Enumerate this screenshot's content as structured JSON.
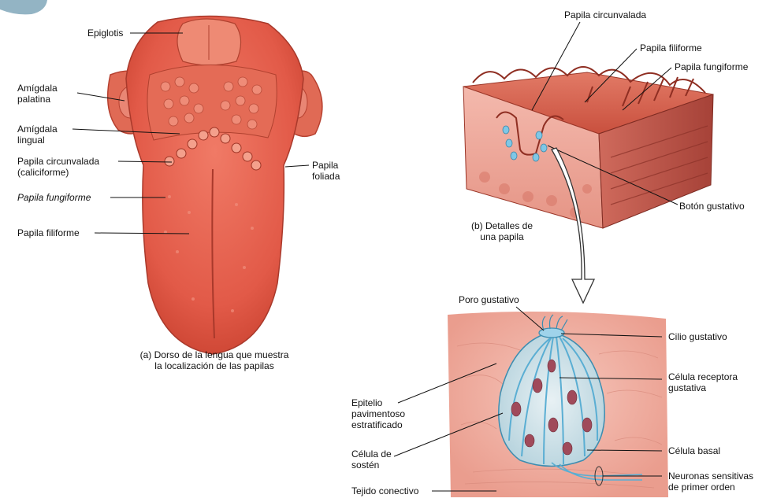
{
  "panel_a": {
    "caption": "(a) Dorso de la lengua que muestra\nla localización de las papilas",
    "labels": {
      "epiglotis": "Epiglotis",
      "amigdala_palatina": "Amígdala\npalatina",
      "amigdala_lingual": "Amígdala\nlingual",
      "papila_circunvalada": "Papila circunvalada\n(caliciforme)",
      "papila_fungiforme": "Papila fungiforme",
      "papila_filiforme": "Papila filiforme",
      "papila_foliada": "Papila\nfoliada"
    }
  },
  "panel_b": {
    "caption": "(b) Detalles de\nuna papila",
    "labels": {
      "papila_circunvalada": "Papila circunvalada",
      "papila_filiforme": "Papila filiforme",
      "papila_fungiforme": "Papila fungiforme",
      "boton_gustativo": "Botón gustativo"
    }
  },
  "panel_c": {
    "labels": {
      "poro_gustativo": "Poro gustativo",
      "cilio_gustativo": "Cilio gustativo",
      "celula_receptora": "Célula receptora\ngustativa",
      "epitelio": "Epitelio\npavimentoso\nestratificado",
      "celula_sosten": "Célula de\nsostén",
      "celula_basal": "Célula basal",
      "tejido_conectivo": "Tejido conectivo",
      "neuronas": "Neuronas sensitivas\nde primer orden"
    }
  },
  "colors": {
    "tongue": "#e9604f",
    "tongue_dark": "#c8412f",
    "pink_tissue": "#f2b7aa",
    "bud_blue": "#7fc7e6",
    "nucleus": "#a04a5a",
    "leader": "#111111"
  }
}
